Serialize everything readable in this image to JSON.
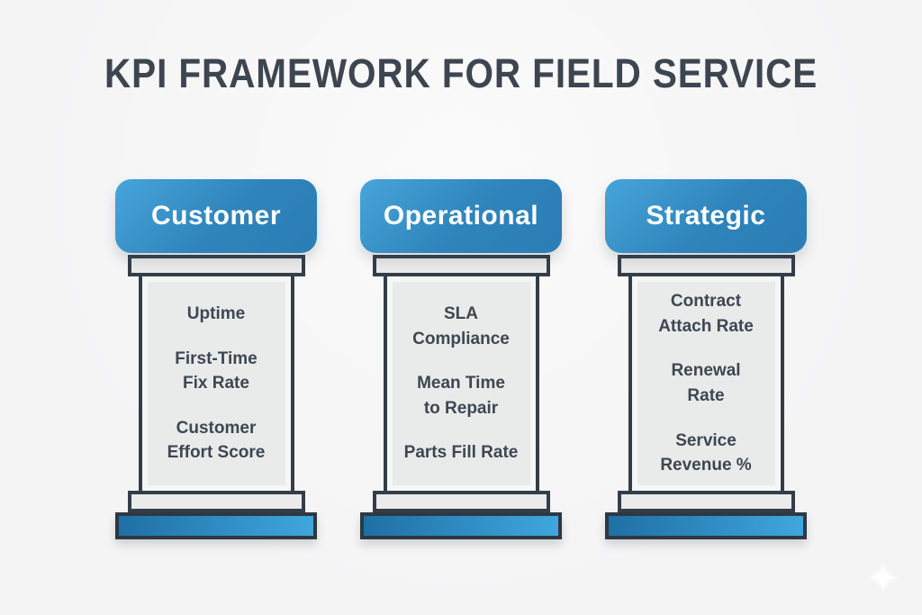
{
  "title": "KPI FRAMEWORK FOR FIELD SERVICE",
  "pillars": [
    {
      "header": "Customer",
      "items": [
        "Uptime",
        "First-Time\nFix Rate",
        "Customer\nEffort Score"
      ]
    },
    {
      "header": "Operational",
      "items": [
        "SLA\nCompliance",
        "Mean Time\nto Repair",
        "Parts Fill Rate"
      ]
    },
    {
      "header": "Strategic",
      "items": [
        "Contract\nAttach Rate",
        "Renewal\nRate",
        "Service\nRevenue %"
      ]
    }
  ],
  "colors": {
    "background": "#f4f4f5",
    "title_text": "#3d4650",
    "outline": "#343e49",
    "pillar_fill": "#e9eaea",
    "header_blue_light": "#47a5da",
    "header_blue_dark": "#2b7db5",
    "base_blue_left": "#1f6fa5",
    "base_blue_right": "#3fa7dd",
    "header_text": "#ffffff",
    "item_text": "#3d4752"
  },
  "decorations": {
    "sparkle": "✦"
  }
}
